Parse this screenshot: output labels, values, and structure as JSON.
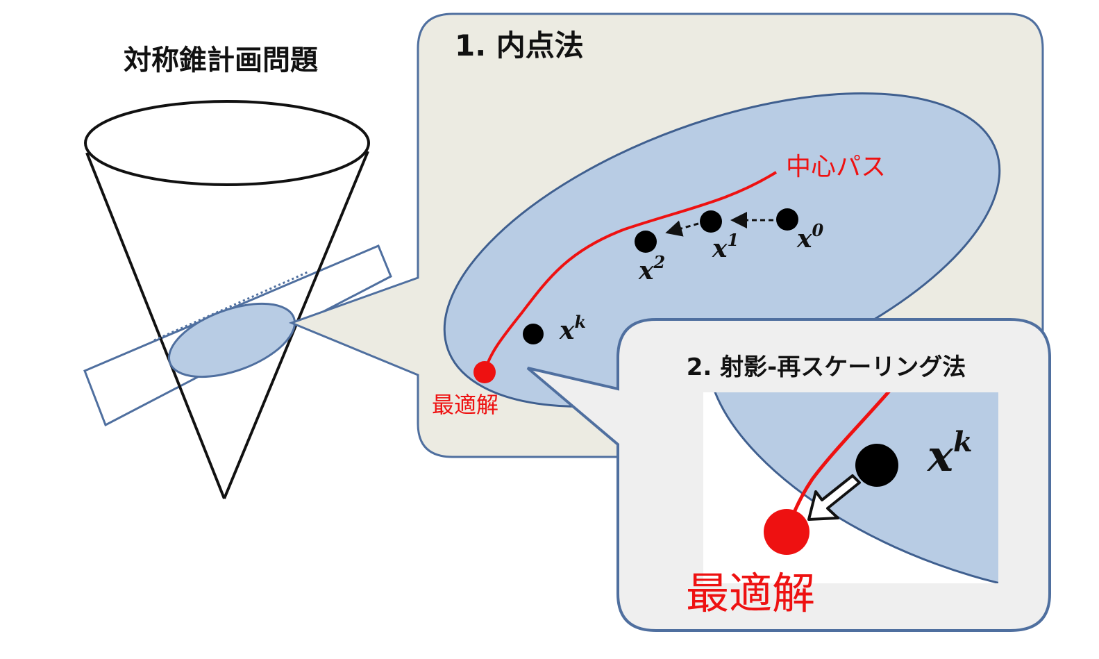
{
  "left_panel": {
    "title": "対称錐計画問題"
  },
  "interior_point_panel": {
    "title": "1. 内点法",
    "central_path_label": "中心パス",
    "optimal_label": "最適解",
    "points": [
      {
        "base": "x",
        "sup": "0"
      },
      {
        "base": "x",
        "sup": "1"
      },
      {
        "base": "x",
        "sup": "2"
      },
      {
        "base": "x",
        "sup": "k"
      }
    ]
  },
  "projection_panel": {
    "title": "2. 射影-再スケーリング法",
    "point": {
      "base": "x",
      "sup": "k"
    },
    "optimal_label": "最適解"
  },
  "colors": {
    "feasible_fill": "#b8cce4",
    "outline_blue": "#4f6f9f",
    "callout_bg1": "#ecebe2",
    "callout_bg2": "#efefef",
    "path_red": "#ee1111"
  }
}
